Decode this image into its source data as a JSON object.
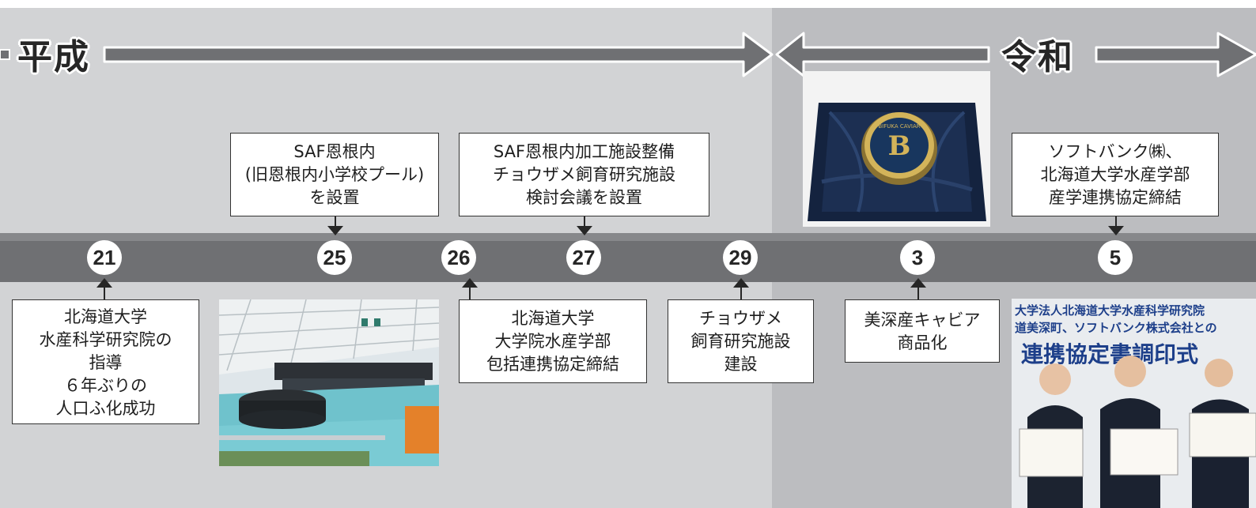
{
  "eras": {
    "heisei": "平成",
    "reiwa": "令和"
  },
  "years": {
    "y21": "21",
    "y25": "25",
    "y26": "26",
    "y27": "27",
    "y29": "29",
    "r3": "3",
    "r5": "5"
  },
  "events": {
    "e21": [
      "北海道大学",
      "水産科学研究院の",
      "指導",
      "６年ぶりの",
      "人口ふ化成功"
    ],
    "e25": [
      "SAF恩根内",
      "(旧恩根内小学校プール)",
      "を設置"
    ],
    "e26": [
      "北海道大学",
      "大学院水産学部",
      "包括連携協定締結"
    ],
    "e27": [
      "SAF恩根内加工施設整備",
      "チョウザメ飼育研究施設",
      "検討会議を設置"
    ],
    "e29": [
      "チョウザメ",
      "飼育研究施設",
      "建設"
    ],
    "r3": [
      "美深産キャビア",
      "商品化"
    ],
    "r5": [
      "ソフトバンク㈱、",
      "北海道大学水産学部",
      "産学連携協定締結"
    ]
  },
  "photos": {
    "caviar_tin_text": "BIFUKA CAVIAR",
    "ceremony_banner_1": "大学法人北海道大学水産科学研究院",
    "ceremony_banner_2": "道美深町、ソフトバンク株式会社との",
    "ceremony_banner_3": "連携協定書調印式"
  },
  "colors": {
    "heisei_bg": "#d2d3d5",
    "reiwa_bg": "#bcbdc0",
    "band": "#6f7073",
    "arrow": "#6f7073"
  }
}
